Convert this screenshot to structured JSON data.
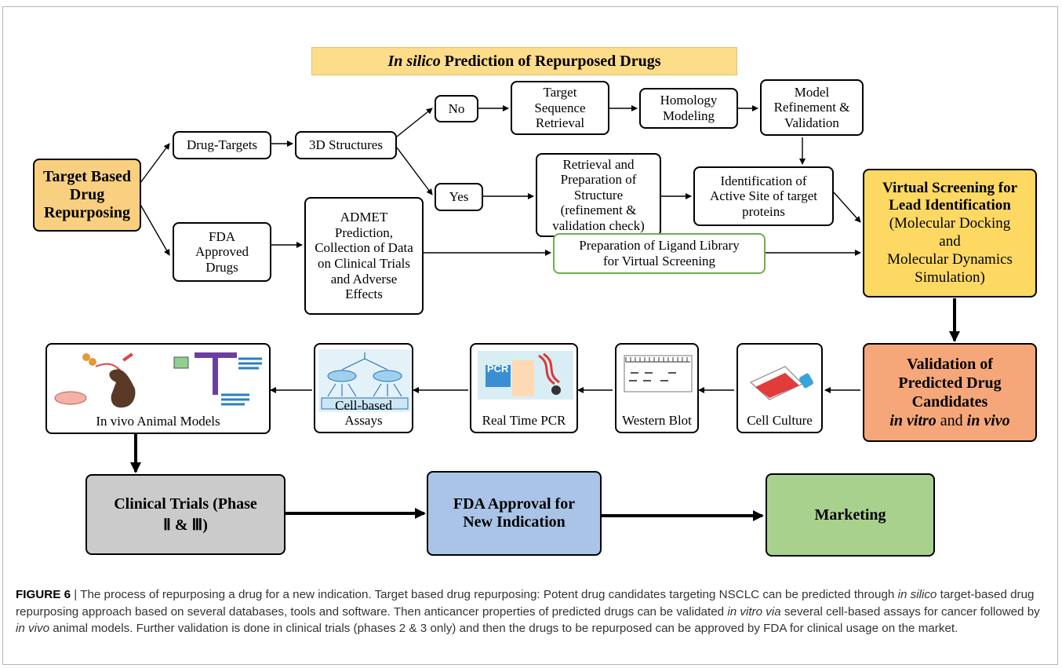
{
  "title": {
    "italic": "In silico",
    "rest": " Prediction of Repurposed Drugs"
  },
  "nodes": {
    "target_based": "Target Based\nDrug\nRepurposing",
    "drug_targets": "Drug-Targets",
    "structures_3d": "3D Structures",
    "no": "No",
    "yes": "Yes",
    "target_seq": "Target\nSequence\nRetrieval",
    "homology": "Homology\nModeling",
    "model_refine": "Model\nRefinement &\nValidation",
    "retrieval_prep": "Retrieval and\nPreparation of\nStructure\n(refinement &\nvalidation check)",
    "active_site": "Identification of\nActive Site of target\nproteins",
    "fda_approved": "FDA\nApproved\nDrugs",
    "admet": "ADMET\nPrediction,\nCollection of Data\non Clinical Trials\nand Adverse\nEffects",
    "ligand_lib": "Preparation of Ligand Library\nfor Virtual Screening",
    "vs_bold": "Virtual Screening for\nLead Identification",
    "vs_normal": "(Molecular Docking\nand\nMolecular Dynamics\nSimulation)",
    "validation_bold": "Validation of\nPredicted Drug\nCandidates",
    "validation_in_vitro": "in vitro",
    "validation_and": " and ",
    "validation_in_vivo": "in vivo",
    "cell_culture": "Cell Culture",
    "western_blot": "Western Blot",
    "rt_pcr": "Real Time PCR",
    "pcr_tag": "PCR",
    "cell_assays": "Cell-based Assays",
    "animal_models": "In vivo Animal Models",
    "clinical_trials": "Clinical Trials (Phase\nⅡ & Ⅲ)",
    "fda_new": "FDA Approval for\nNew Indication",
    "marketing": "Marketing"
  },
  "caption": {
    "label": "FIGURE 6",
    "sep": " | ",
    "t1": "The process of repurposing a drug for a new indication. Target based drug repurposing: Potent drug candidates targeting NSCLC can be predicted through ",
    "i1": "in silico",
    "t2": " target-based drug repurposing approach based on several databases, tools and software. Then anticancer properties of predicted drugs can be validated ",
    "i2": "in vitro via",
    "t3": " several cell-based assays for cancer followed by ",
    "i3": "in vivo",
    "t4": " animal models. Further validation is done in clinical trials (phases 2 & 3 only) and then the drugs to be repurposed can be approved by FDA for clinical usage on the market."
  },
  "colors": {
    "title_fill": "#fddc8a",
    "target_fill": "#f9d07f",
    "vs_fill": "#fdd964",
    "validation_fill": "#f5a77a",
    "clinical_fill": "#cbcbcb",
    "fda_fill": "#a9c4e6",
    "marketing_fill": "#a9d18e",
    "ligand_border": "#70ad47",
    "flask_red": "#e23b3b",
    "flask_cap": "#3aa3d9"
  }
}
